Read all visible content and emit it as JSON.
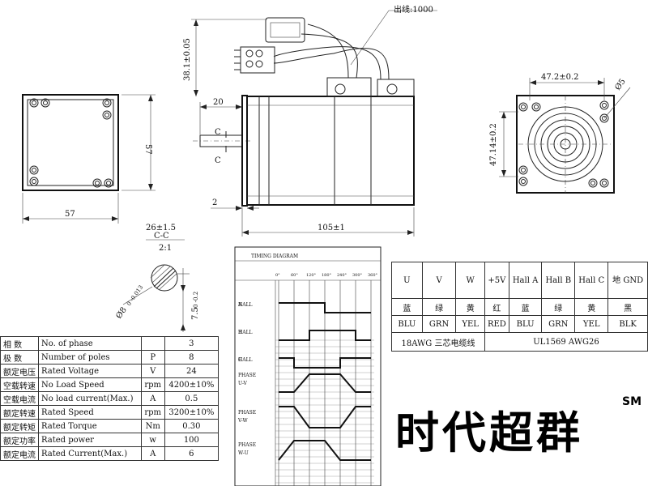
{
  "dimensions": {
    "front_width": "57",
    "front_height": "57",
    "shaft_length": "20",
    "cable_height": "38.1±0.05",
    "cable_length": "出线:1000",
    "section_mark": "C",
    "flange_thickness": "2",
    "body_length": "105±1",
    "rear_pcd_h": "47.2±0.2",
    "rear_pcd_v": "47.14±0.2",
    "rear_hole": "Ø5"
  },
  "section_detail": {
    "key_length": "26±1.5",
    "title": "C-C",
    "scale": "2:1",
    "diameter": "Ø8",
    "diameter_tol": "0 -0.013",
    "flat": "7.5",
    "flat_tol": "0 -0.2"
  },
  "timing": {
    "title": "TIMING DIAGRAM",
    "angles": [
      "0°",
      "60°",
      "120°",
      "180°",
      "240°",
      "300°",
      "360°"
    ],
    "rows": [
      "HALL A",
      "HALL B",
      "HALL C",
      "PHASE U-V",
      "PHASE V-W",
      "PHASE W-U"
    ]
  },
  "specs": [
    {
      "cn": "相 数",
      "en": "No. of phase",
      "unit": "",
      "value": "3"
    },
    {
      "cn": "极 数",
      "en": "Number of poles",
      "unit": "P",
      "value": "8"
    },
    {
      "cn": "额定电压",
      "en": "Rated Voltage",
      "unit": "V",
      "value": "24"
    },
    {
      "cn": "空载转速",
      "en": "No Load Speed",
      "unit": "rpm",
      "value": "4200±10%"
    },
    {
      "cn": "空载电流",
      "en": "No load current(Max.)",
      "unit": "A",
      "value": "0.5"
    },
    {
      "cn": "额定转速",
      "en": "Rated Speed",
      "unit": "rpm",
      "value": "3200±10%"
    },
    {
      "cn": "额定转矩",
      "en": "Rated Torque",
      "unit": "Nm",
      "value": "0.30"
    },
    {
      "cn": "额定功率",
      "en": "Rated power",
      "unit": "w",
      "value": "100"
    },
    {
      "cn": "额定电流",
      "en": "Rated Current(Max.)",
      "unit": "A",
      "value": "6"
    }
  ],
  "wiring": {
    "headers": [
      "U",
      "V",
      "W",
      "+5V",
      "Hall A",
      "Hall B",
      "Hall C",
      "地 GND"
    ],
    "colors_cn": [
      "蓝",
      "绿",
      "黄",
      "红",
      "蓝",
      "绿",
      "黄",
      "黑"
    ],
    "colors_en": [
      "BLU",
      "GRN",
      "YEL",
      "RED",
      "BLU",
      "GRN",
      "YEL",
      "BLK"
    ],
    "cable_left": "18AWG 三芯电缆线",
    "cable_right": "UL1569 AWG26"
  },
  "brand": {
    "name": "时代超群",
    "mark": "SM"
  }
}
